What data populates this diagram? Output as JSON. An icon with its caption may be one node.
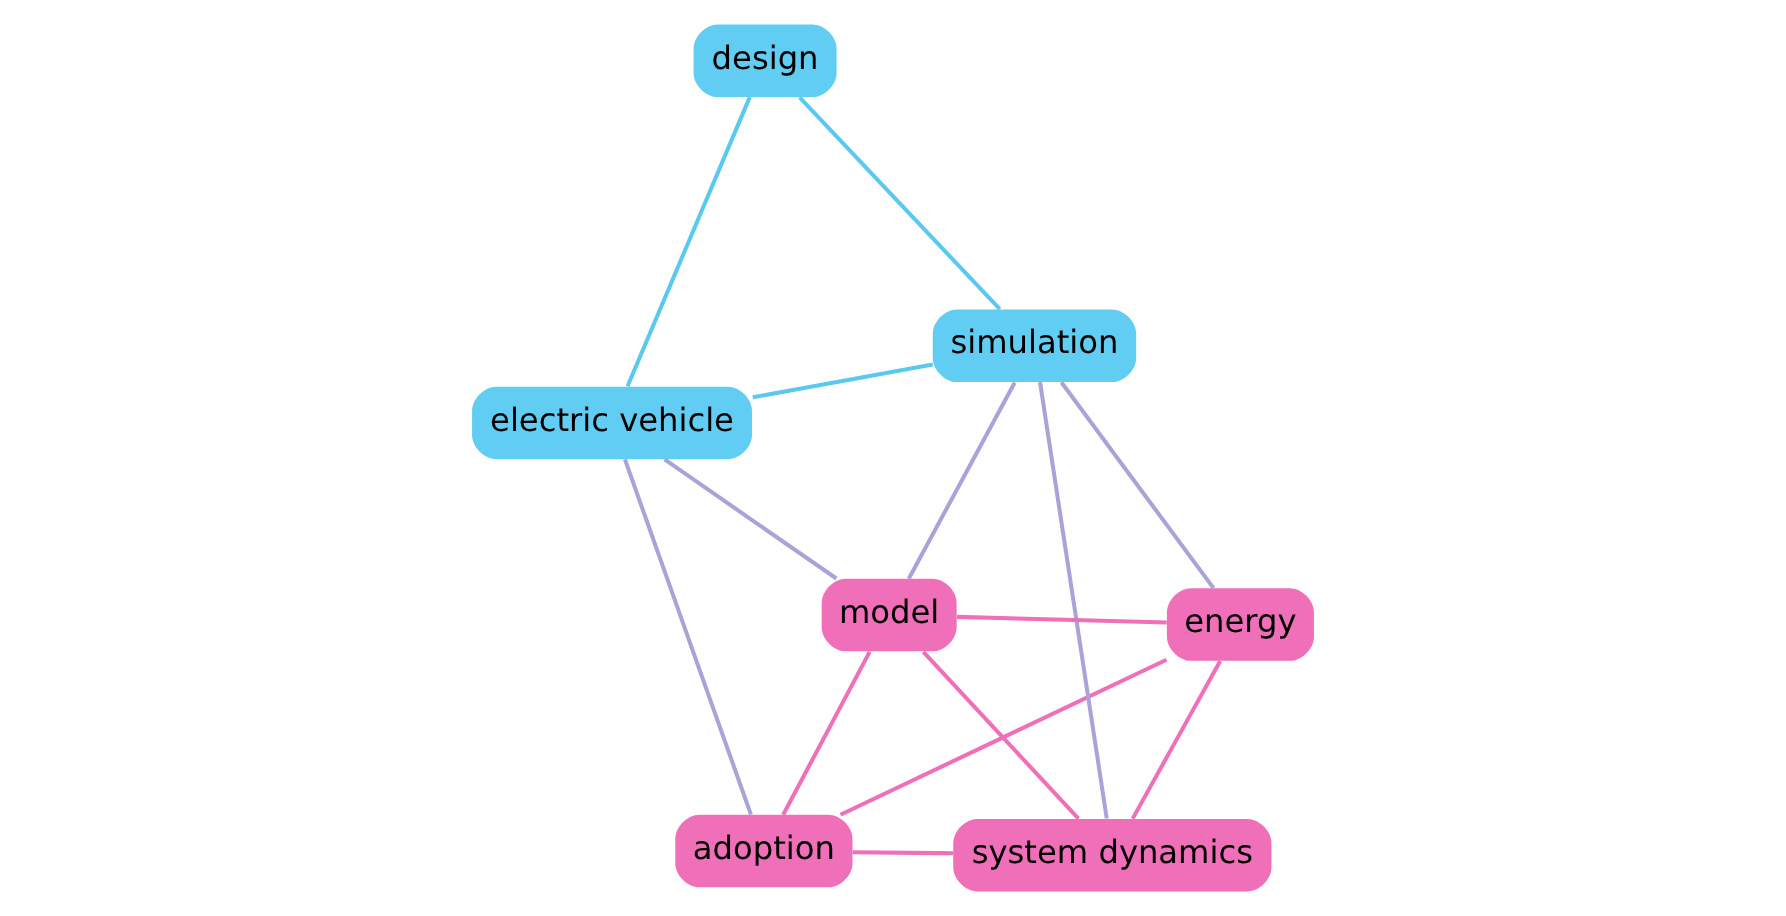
{
  "diagram": {
    "nodes": [
      {
        "text": [
          "adoption"
        ]
      },
      {
        "text": [
          "system dynamics"
        ]
      },
      {
        "text": [
          "electric vehicle"
        ]
      },
      {
        "text": [
          "design"
        ]
      },
      {
        "text": [
          "energy"
        ]
      },
      {
        "text": [
          "simulation"
        ]
      },
      {
        "text": [
          "model"
        ]
      }
    ],
    "edges": [
      {
        "from": 0,
        "to": 1,
        "arrow": "none"
      },
      {
        "from": 0,
        "to": 4,
        "arrow": "none"
      },
      {
        "from": 0,
        "to": 6,
        "arrow": "none"
      },
      {
        "from": 0,
        "to": 2,
        "arrow": "none",
        "color": "#a8a4d8"
      },
      {
        "from": 1,
        "to": 4,
        "arrow": "none"
      },
      {
        "from": 1,
        "to": 6,
        "arrow": "none"
      },
      {
        "from": 1,
        "to": 5,
        "arrow": "none",
        "color": "#a8a4d8"
      },
      {
        "from": 4,
        "to": 5,
        "arrow": "none",
        "color": "#a8a4d8"
      },
      {
        "from": 4,
        "to": 6,
        "arrow": "none"
      },
      {
        "from": 6,
        "to": 2,
        "arrow": "none",
        "color": "#a8a4d8"
      },
      {
        "from": 6,
        "to": 5,
        "arrow": "none",
        "color": "#a8a4d8"
      },
      {
        "from": 5,
        "to": 2,
        "arrow": "none",
        "color": "#5bc8f0"
      },
      {
        "from": 5,
        "to": 3,
        "arrow": "none",
        "color": "#5bc8f0"
      },
      {
        "from": 2,
        "to": 3,
        "arrow": "none",
        "color": "#5bc8f0"
      }
    ]
  }
}
